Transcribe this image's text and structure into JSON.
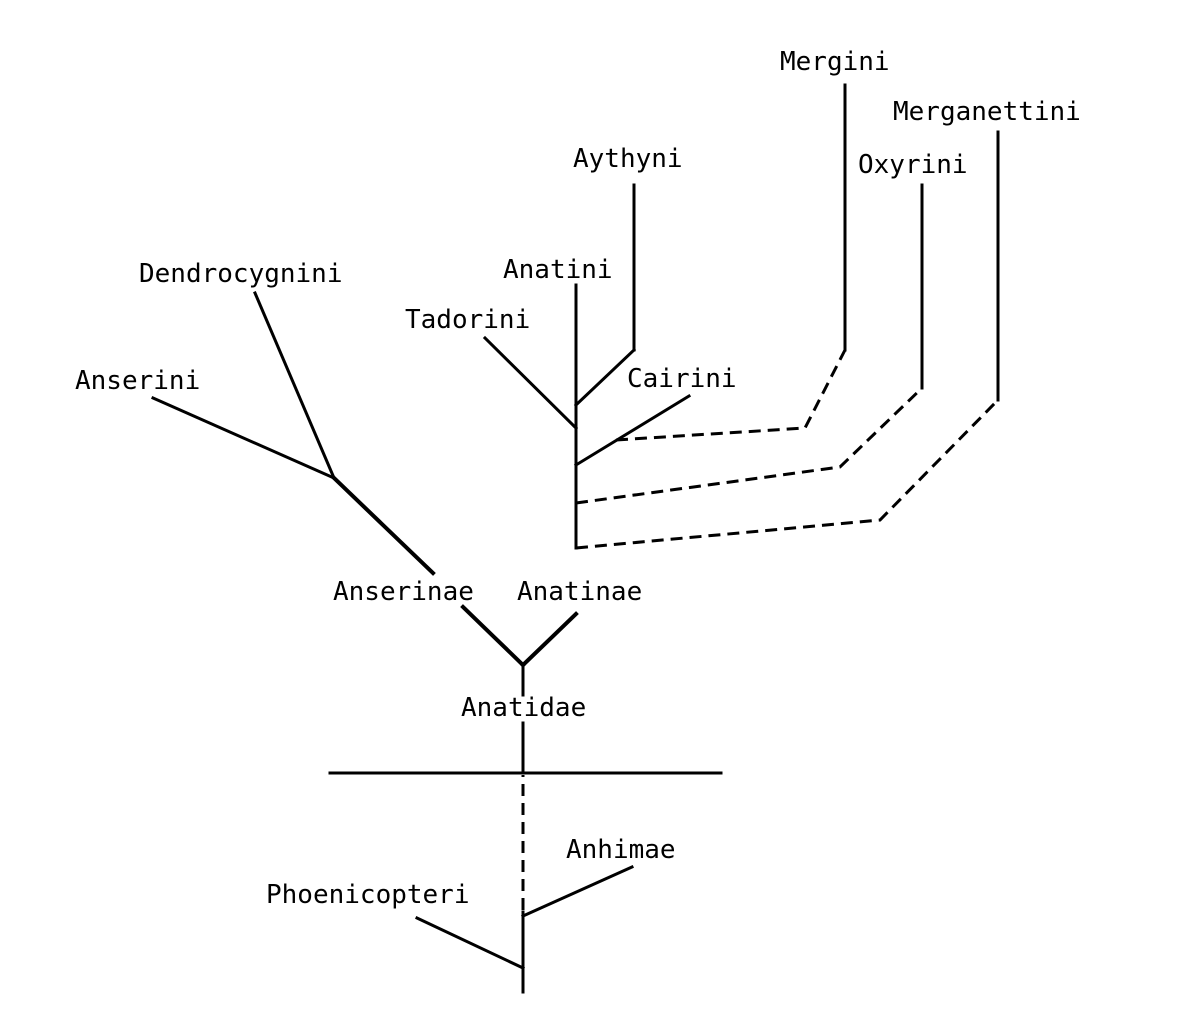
{
  "taxa": {
    "mergini": "Mergini",
    "merganettini": "Merganettini",
    "oxyrini": "Oxyrini",
    "aythyni": "Aythyni",
    "dendrocygnini": "Dendrocygnini",
    "anatini": "Anatini",
    "tadorini": "Tadorini",
    "cairini": "Cairini",
    "anserini": "Anserini",
    "anserinae": "Anserinae",
    "anatinae": "Anatinae",
    "anatidae": "Anatidae",
    "anhimae": "Anhimae",
    "phoenicopteri": "Phoenicopteri"
  }
}
